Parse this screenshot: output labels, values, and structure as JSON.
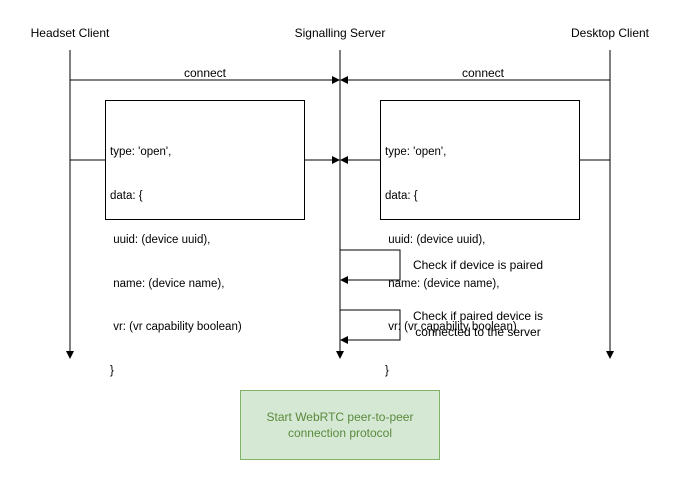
{
  "actors": {
    "headset": "Headset Client",
    "server": "Signalling Server",
    "desktop": "Desktop Client"
  },
  "messages": {
    "headset_connect": "connect",
    "desktop_connect": "connect"
  },
  "headset_payload": {
    "lines": [
      "type: 'open',",
      "data: {",
      " uuid: (device uuid),",
      " name: (device name),",
      " vr: (vr capability boolean)",
      "}"
    ]
  },
  "desktop_payload": {
    "lines": [
      "type: 'open',",
      "data: {",
      " uuid: (device uuid),",
      " name: (device name),",
      " vr: (vr capability boolean)",
      "}"
    ]
  },
  "self_checks": {
    "paired": [
      "Check if device is paired"
    ],
    "connected": [
      "Check if paired device is",
      "connected to the server"
    ]
  },
  "final_step": {
    "lines": [
      "Start WebRTC peer-to-peer",
      "connection protocol"
    ],
    "fill_color": "#d5e8d4",
    "stroke_color": "#82b366",
    "text_color": "#5a8a3c"
  }
}
